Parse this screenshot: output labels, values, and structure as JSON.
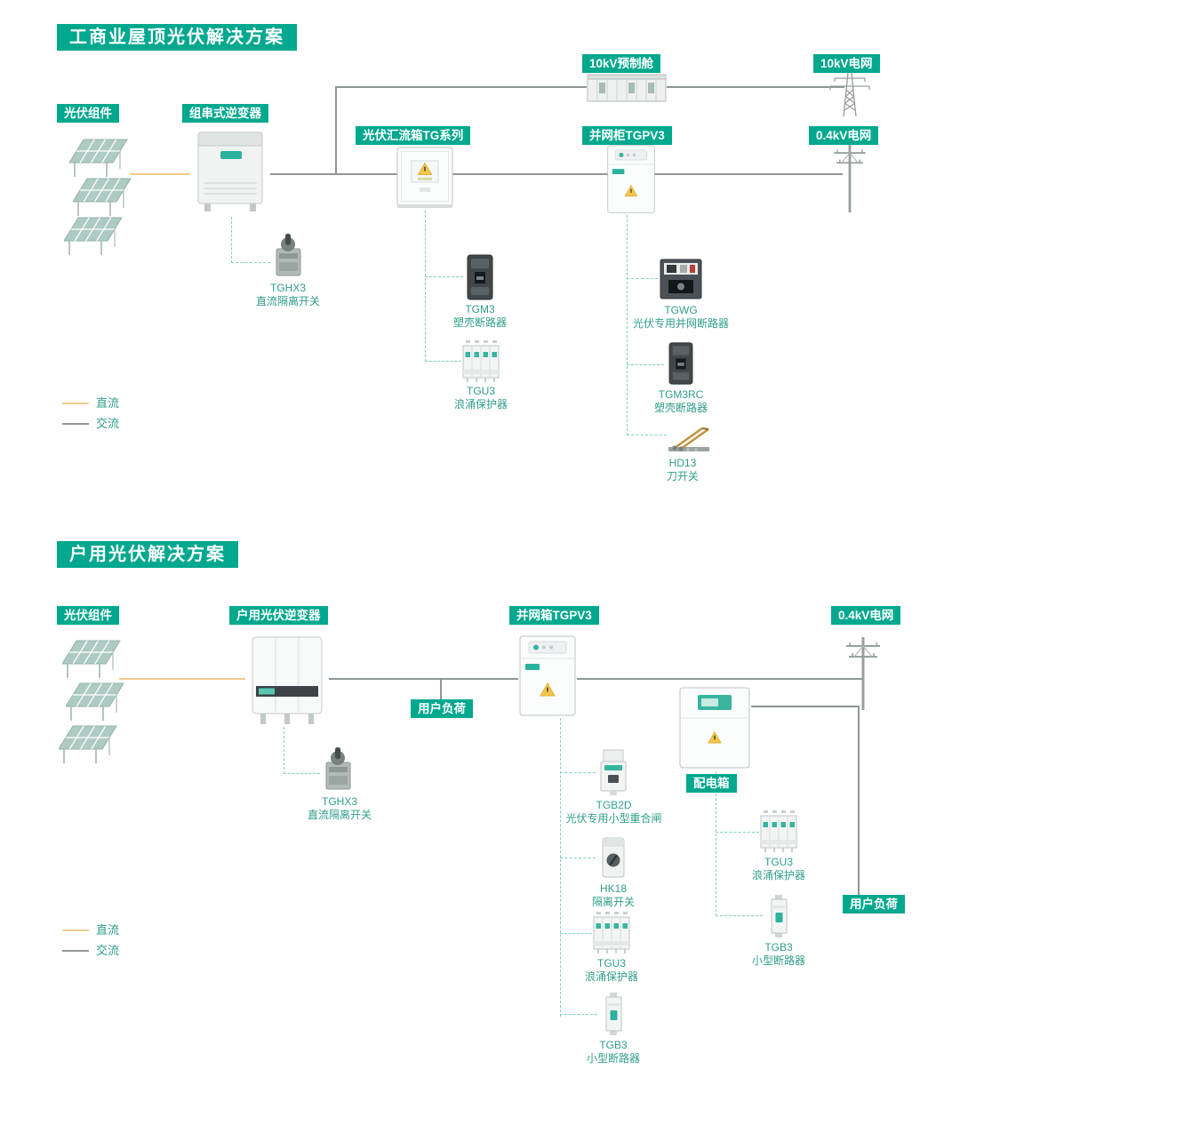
{
  "colors": {
    "teal": "#00a88e",
    "teal_light": "#7ed0c4",
    "dc_line": "#f0cd8d",
    "ac_line": "#8f9694",
    "part_text": "#2f9e89",
    "warning_yellow": "#f3c64a"
  },
  "industrial": {
    "title": "工商业屋顶光伏解决方案",
    "labels": {
      "pv_modules": "光伏组件",
      "string_inverter": "组串式逆变器",
      "combiner_box": "光伏汇流箱TG系列",
      "prefab_cabin": "10kV预制舱",
      "grid_10kv": "10kV电网",
      "grid_cabinet": "并网柜TGPV3",
      "grid_04kv": "0.4kV电网"
    },
    "parts": {
      "tghx3": {
        "model": "TGHX3",
        "desc": "直流隔离开关"
      },
      "tgm3": {
        "model": "TGM3",
        "desc": "塑壳断路器"
      },
      "tgu3": {
        "model": "TGU3",
        "desc": "浪涌保护器"
      },
      "tgwg": {
        "model": "TGWG",
        "desc": "光伏专用并网断路器"
      },
      "tgm3rc": {
        "model": "TGM3RC",
        "desc": "塑壳断路器"
      },
      "hd13": {
        "model": "HD13",
        "desc": "刀开关"
      }
    },
    "legend": {
      "dc": "直流",
      "ac": "交流"
    }
  },
  "residential": {
    "title": "户用光伏解决方案",
    "labels": {
      "pv_modules": "光伏组件",
      "home_inverter": "户用光伏逆变器",
      "grid_box": "并网箱TGPV3",
      "grid_04kv": "0.4kV电网",
      "user_load_1": "用户负荷",
      "user_load_2": "用户负荷",
      "dist_box": "配电箱"
    },
    "parts": {
      "tghx3": {
        "model": "TGHX3",
        "desc": "直流隔离开关"
      },
      "tgb2d": {
        "model": "TGB2D",
        "desc": "光伏专用小型重合闸"
      },
      "hk18": {
        "model": "HK18",
        "desc": "隔离开关"
      },
      "tgu3_a": {
        "model": "TGU3",
        "desc": "浪涌保护器"
      },
      "tgb3_a": {
        "model": "TGB3",
        "desc": "小型断路器"
      },
      "tgu3_b": {
        "model": "TGU3",
        "desc": "浪涌保护器"
      },
      "tgb3_b": {
        "model": "TGB3",
        "desc": "小型断路器"
      }
    },
    "legend": {
      "dc": "直流",
      "ac": "交流"
    }
  }
}
